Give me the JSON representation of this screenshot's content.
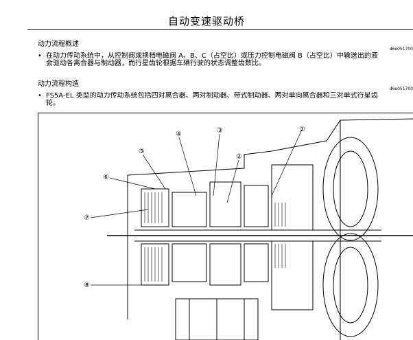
{
  "page": {
    "title": "自动变速驱动桥"
  },
  "sections": [
    {
      "heading": "动力流程概述",
      "code": "d6e051700",
      "bullet_line1": "在动力传动系统中，从控制阀或换档电磁阀 A、B、C（占空比）或压力控制电磁阀 B（占空比）中输送出的液",
      "bullet_line2": "会驱动各离合器与制动器，而行星齿轮根据车辆行驶的状态调整齿数比。"
    },
    {
      "heading": "动力流程构造",
      "code": "d6e051700",
      "bullet_line1": "FS5A-EL 类型的动力传动系统包括四对离合器、两对制动器、带式制动器、两对单向离合器和三对单式行星齿",
      "bullet_line2": "轮。"
    }
  ],
  "figure": {
    "callouts": [
      "①",
      "②",
      "③",
      "④",
      "⑤",
      "⑥",
      "⑦",
      "⑧"
    ]
  }
}
